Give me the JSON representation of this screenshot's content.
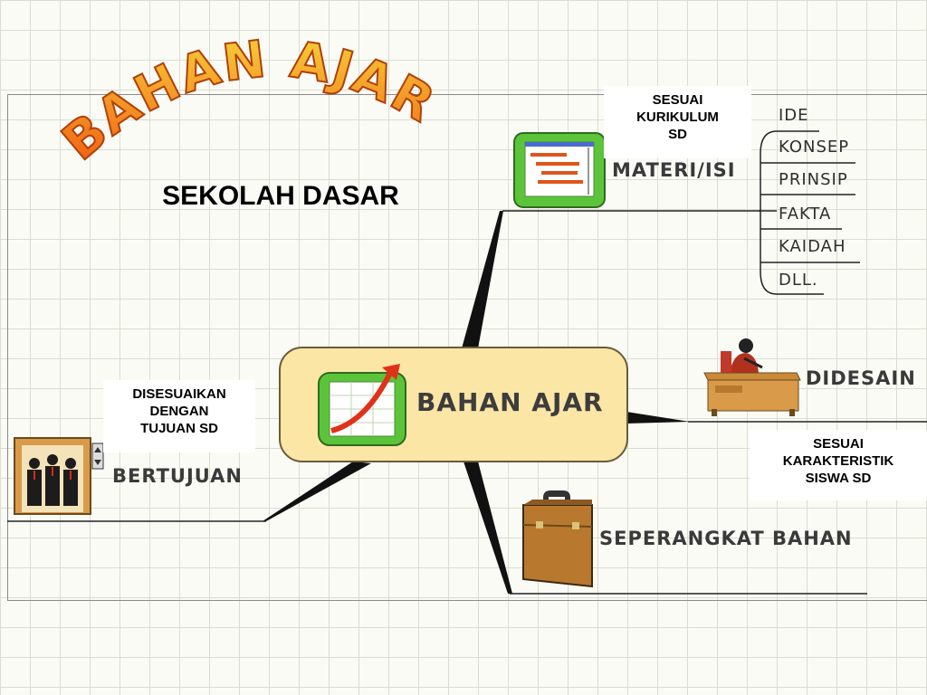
{
  "title": {
    "art_text": "BAHAN AJAR",
    "subtitle": "SEKOLAH DASAR"
  },
  "center": {
    "label": "BAHAN AJAR"
  },
  "branches": {
    "materi": {
      "label": "MATERI/ISI",
      "note": [
        "SESUAI",
        "KURIKULUM",
        "SD"
      ],
      "items": [
        "IDE",
        "KONSEP",
        "PRINSIP",
        "FAKTA",
        "KAIDAH",
        "DLL."
      ]
    },
    "didesain": {
      "label": "DIDESAIN",
      "note": [
        "SESUAI",
        "KARAKTERISTIK",
        "SISWA  SD"
      ]
    },
    "seperangkat": {
      "label": "SEPERANGKAT BAHAN"
    },
    "bertujuan": {
      "label": "BERTUJUAN",
      "note": [
        "DISESUAIKAN",
        "DENGAN",
        "TUJUAN SD"
      ]
    }
  },
  "icons": {
    "materi": "gantt-chart-icon",
    "center": "growth-chart-icon",
    "didesain": "person-at-desk-icon",
    "seperangkat": "briefcase-icon",
    "bertujuan": "elevator-people-icon"
  },
  "colors": {
    "center_fill": "#fce6a6",
    "icon_green": "#5cc43a",
    "title_orange": "#f07a1a",
    "title_yellow": "#f7c62a"
  }
}
